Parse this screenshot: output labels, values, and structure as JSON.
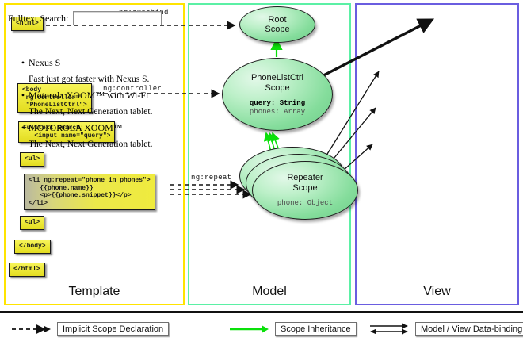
{
  "panels": {
    "template": {
      "label": "Template",
      "border_color": "#ffe400",
      "boxes": [
        {
          "id": "html",
          "text": "<html>"
        },
        {
          "id": "body",
          "text": "<body\n ng:controller=\n \"PhoneListCtrl\">"
        },
        {
          "id": "search",
          "text": "Fulltext Search:\n   <input name=\"query\">"
        },
        {
          "id": "ul1",
          "text": "<ul>"
        },
        {
          "id": "li",
          "text": "<li ng:repeat=\"phone in phones\">\n   {{phone.name}}\n   <p>{{phone.snippet}}</p>\n</li>"
        },
        {
          "id": "ul2",
          "text": "<ul>"
        },
        {
          "id": "bodyend",
          "text": "</body>"
        },
        {
          "id": "htmlend",
          "text": "</html>"
        }
      ]
    },
    "model": {
      "label": "Model",
      "border_color": "#5bf0a5",
      "scopes": [
        {
          "id": "root",
          "title_line1": "Root",
          "title_line2": "Scope",
          "vars": []
        },
        {
          "id": "phonelist",
          "title_line1": "PhoneListCtrl",
          "title_line2": "Scope",
          "vars": [
            {
              "text": "query: String",
              "emphasis": true
            },
            {
              "text": "phones: Array",
              "emphasis": false
            }
          ]
        },
        {
          "id": "repeater",
          "title_line1": "Repeater",
          "title_line2": "Scope",
          "vars": [
            {
              "text": "phone: Object",
              "emphasis": false
            }
          ]
        }
      ]
    },
    "view": {
      "label": "View",
      "border_color": "#6a5de0",
      "search_label": "Fulltext Search:",
      "search_value": "",
      "search_placeholder": "",
      "items": [
        {
          "bullet": "•",
          "title": "Nexus S",
          "snippet": "Fast just got faster with Nexus S."
        },
        {
          "bullet": "•",
          "title": "Motorola XOOM™  with Wi-Fi",
          "snippet": "The Next, Next Generation tablet."
        },
        {
          "bullet": "•",
          "title": "MOTOROLA XOOM™",
          "snippet": "The Next, Next Generation tablet."
        }
      ]
    }
  },
  "connectors": {
    "autobind": "ng:autobind",
    "controller": "ng:controller",
    "repeat": "ng:repeat"
  },
  "legend": [
    {
      "id": "implicit-scope-declaration",
      "label": "Implicit Scope Declaration",
      "style": "dashed-black-arrow",
      "color": "#111111"
    },
    {
      "id": "scope-inheritance",
      "label": "Scope Inheritance",
      "style": "solid-green-arrow",
      "color": "#00e000"
    },
    {
      "id": "model-view-data-binding",
      "label": "Model / View Data-binding",
      "style": "double-black-arrow",
      "color": "#111111"
    }
  ]
}
